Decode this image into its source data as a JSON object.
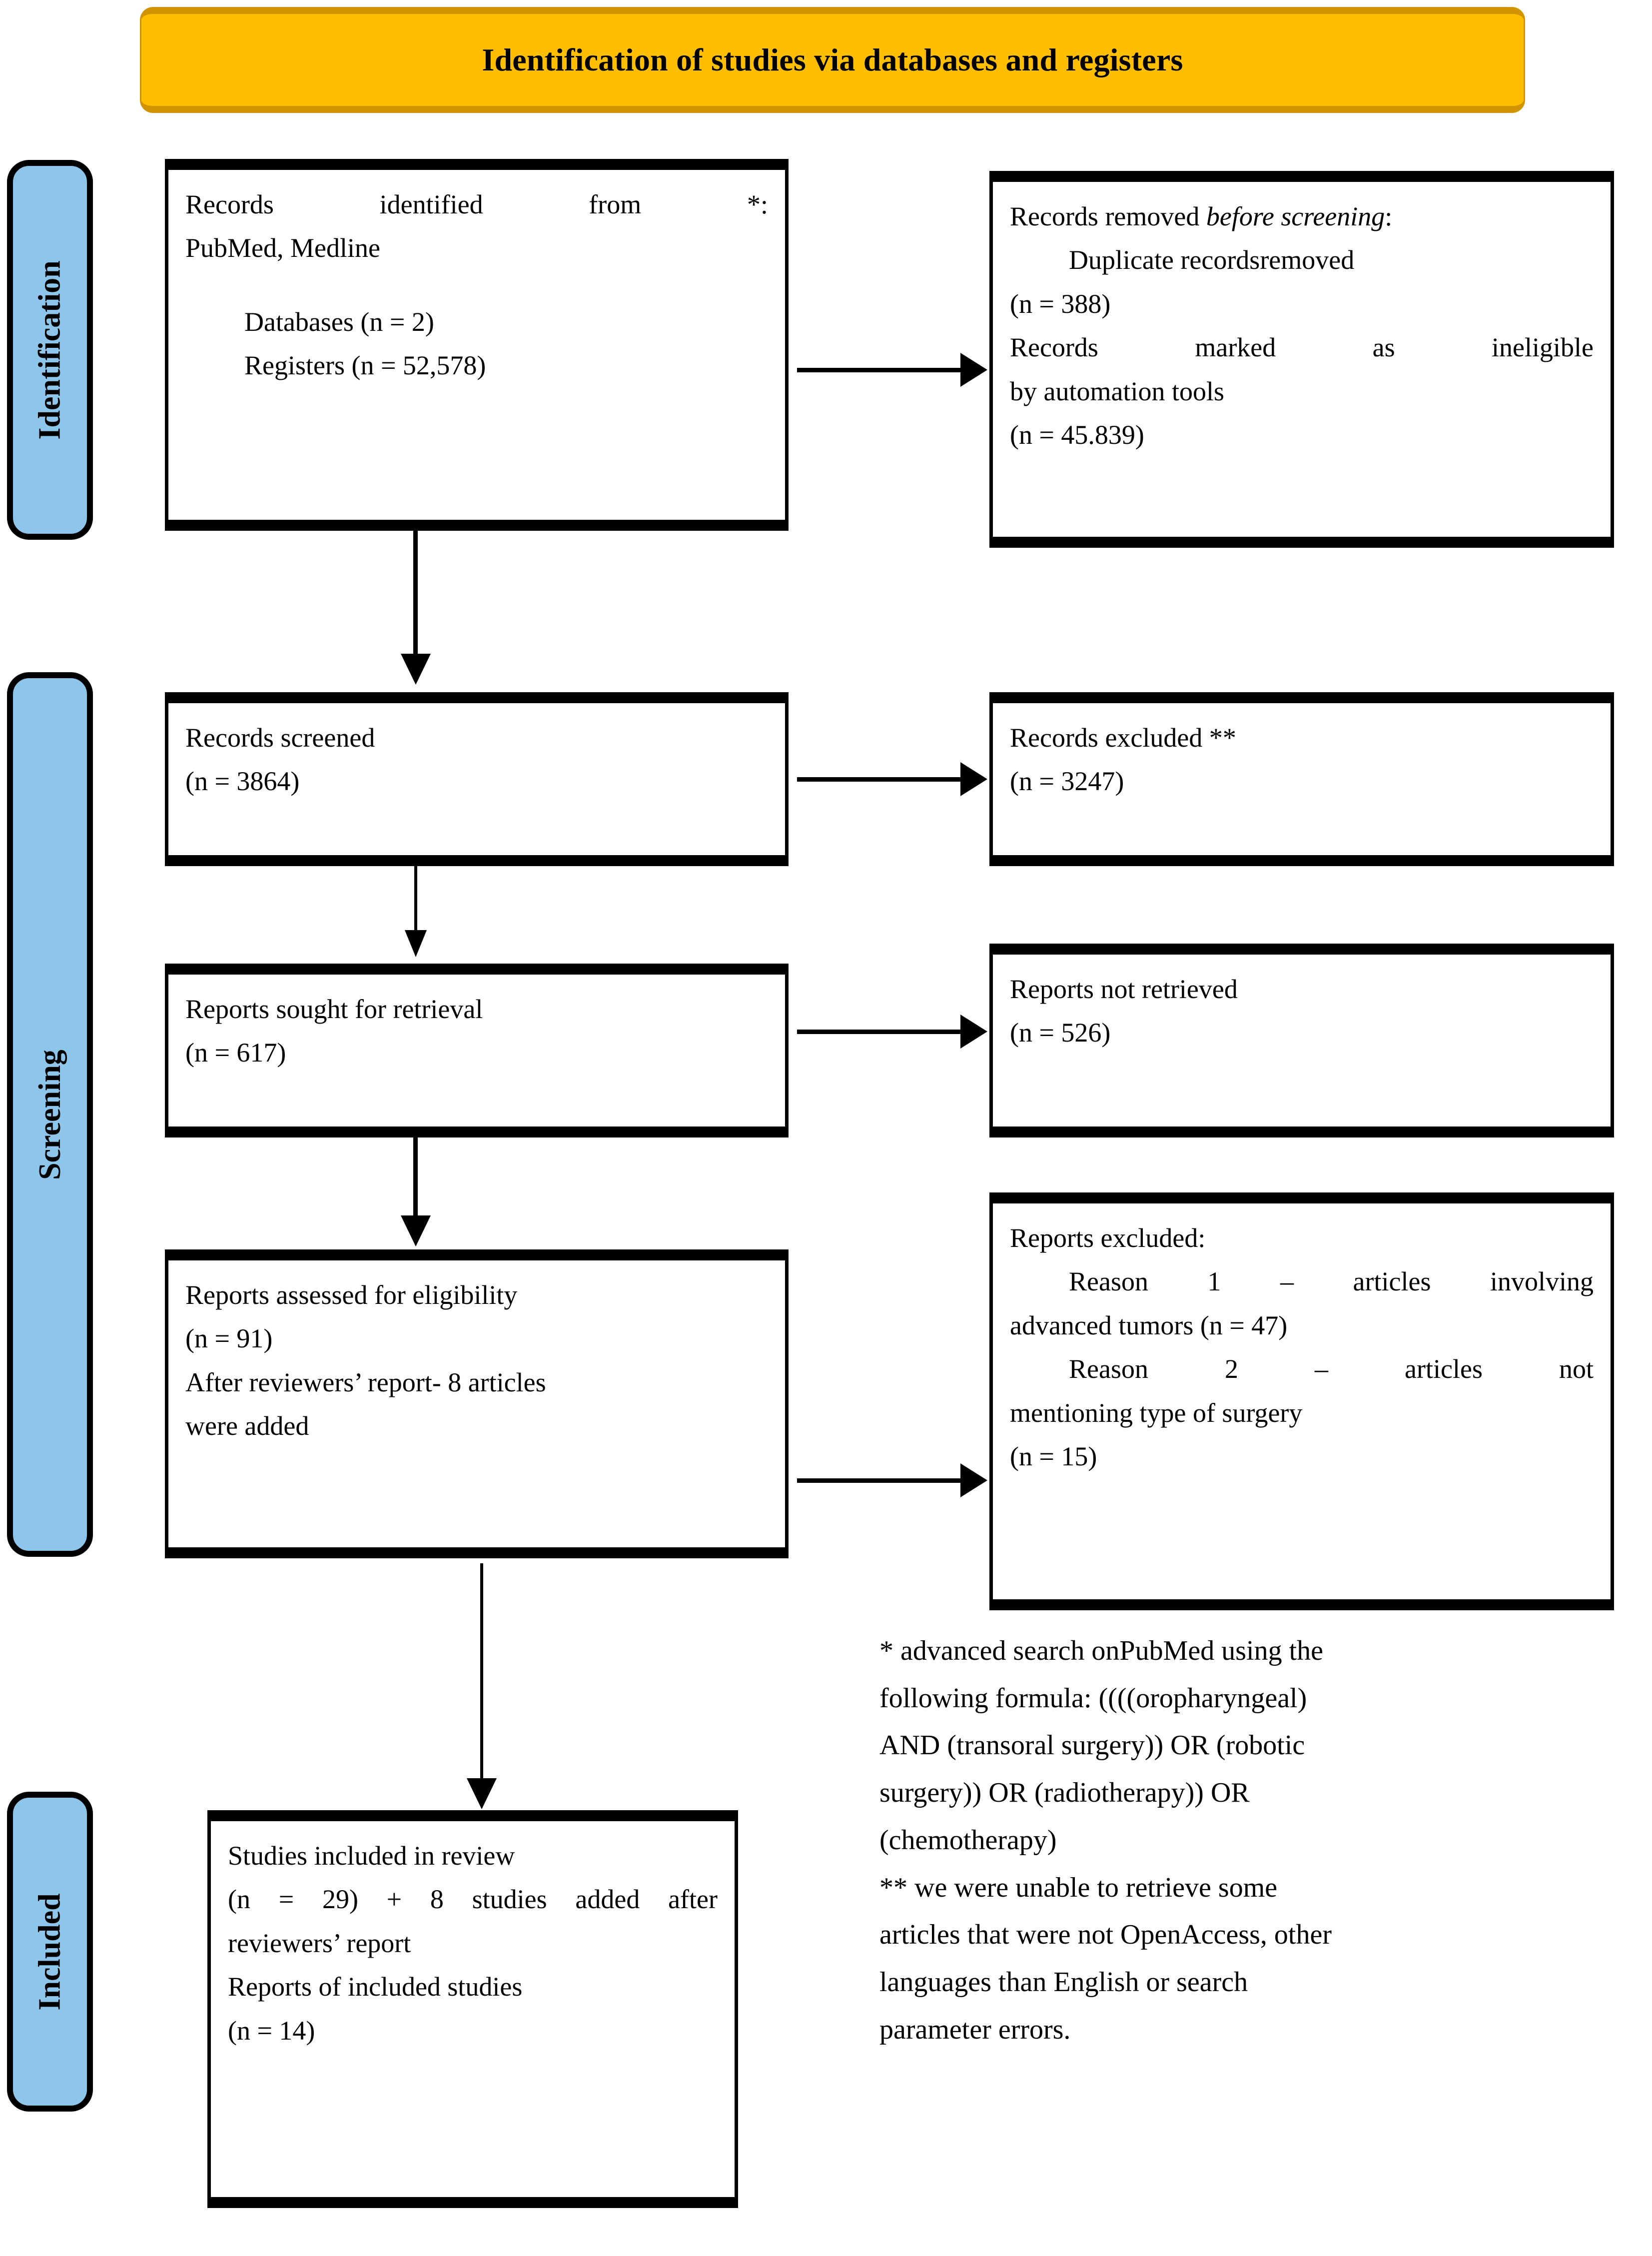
{
  "banner": {
    "title": "Identification of studies via databases and registers",
    "fill_color": "#FFBF00",
    "edge_color": "#D19400"
  },
  "stages": {
    "fill_color": "#8EC5EA",
    "identification": "Identification",
    "screening": "Screening",
    "included": "Included"
  },
  "boxes": {
    "identified": {
      "line1": "Records identified from *:",
      "line2": "PubMed, Medline",
      "line3": "Databases (n = 2)",
      "line4": "Registers (n = 52,578)"
    },
    "removed": {
      "line1_a": "Records removed ",
      "line1_b": "before screening",
      "line1_c": ":",
      "line2": "Duplicate recordsremoved",
      "line3": "(n = 388)",
      "line4": "Records marked as ineligible",
      "line5": "by automation tools",
      "line6": "(n = 45.839)"
    },
    "screened": {
      "line1": "Records screened",
      "line2": "(n = 3864)"
    },
    "records_excluded": {
      "line1": "Records excluded **",
      "line2": "(n = 3247)"
    },
    "sought": {
      "line1": "Reports sought for retrieval",
      "line2": "(n = 617)"
    },
    "not_retrieved": {
      "line1": "Reports not retrieved",
      "line2": "(n = 526)"
    },
    "eligibility": {
      "line1": "Reports assessed for eligibility",
      "line2": "(n = 91)",
      "line3": "After reviewers’ report- 8 articles",
      "line4": "were added"
    },
    "reports_excluded": {
      "line1": "Reports excluded:",
      "line2": "Reason 1 – articles involving",
      "line3": "advanced tumors (n = 47)",
      "line4": "Reason 2 – articles not",
      "line5": "mentioning type of surgery",
      "line6": "(n = 15)"
    },
    "included": {
      "line1": "Studies included in review",
      "line2": "(n = 29) + 8 studies added after",
      "line3": "reviewers’ report",
      "line4": "Reports of included studies",
      "line5": "(n = 14)"
    }
  },
  "footnotes": {
    "one_l1": "* advanced search onPubMed using the",
    "one_l2": "following formula: ((((oropharyngeal)",
    "one_l3": "AND (transoral surgery)) OR (robotic",
    "one_l4": "surgery)) OR (radiotherapy)) OR",
    "one_l5": "(chemotherapy)",
    "two_l1": "** we were unable to retrieve some",
    "two_l2": "articles that were not OpenAccess, other",
    "two_l3": "languages than English or search",
    "two_l4": "parameter errors."
  },
  "chart_data": {
    "type": "diagram",
    "title": "PRISMA flow diagram – Identification of studies via databases and registers",
    "stages": [
      "Identification",
      "Screening",
      "Included"
    ],
    "nodes": [
      {
        "id": "identified",
        "stage": "Identification",
        "label": "Records identified from *: PubMed, Medline",
        "databases": 2,
        "registers": 52578
      },
      {
        "id": "removed",
        "stage": "Identification",
        "label": "Records removed before screening",
        "duplicates": 388,
        "ineligible_by_automation": 45839
      },
      {
        "id": "screened",
        "stage": "Screening",
        "label": "Records screened",
        "n": 3864
      },
      {
        "id": "records_excluded",
        "stage": "Screening",
        "label": "Records excluded **",
        "n": 3247
      },
      {
        "id": "sought",
        "stage": "Screening",
        "label": "Reports sought for retrieval",
        "n": 617
      },
      {
        "id": "not_retrieved",
        "stage": "Screening",
        "label": "Reports not retrieved",
        "n": 526
      },
      {
        "id": "eligibility",
        "stage": "Screening",
        "label": "Reports assessed for eligibility",
        "n": 91,
        "added_after_review": 8
      },
      {
        "id": "reports_excluded",
        "stage": "Screening",
        "label": "Reports excluded",
        "reason_1_advanced_tumors": 47,
        "reason_2_no_surgery_type": 15
      },
      {
        "id": "included",
        "stage": "Included",
        "label": "Studies included in review",
        "n": 29,
        "added_after_review": 8,
        "reports_of_included_studies": 14
      }
    ],
    "edges": [
      {
        "from": "identified",
        "to": "removed",
        "direction": "right"
      },
      {
        "from": "identified",
        "to": "screened",
        "direction": "down"
      },
      {
        "from": "screened",
        "to": "records_excluded",
        "direction": "right"
      },
      {
        "from": "screened",
        "to": "sought",
        "direction": "down"
      },
      {
        "from": "sought",
        "to": "not_retrieved",
        "direction": "right"
      },
      {
        "from": "sought",
        "to": "eligibility",
        "direction": "down"
      },
      {
        "from": "eligibility",
        "to": "reports_excluded",
        "direction": "right"
      },
      {
        "from": "eligibility",
        "to": "included",
        "direction": "down"
      }
    ]
  }
}
